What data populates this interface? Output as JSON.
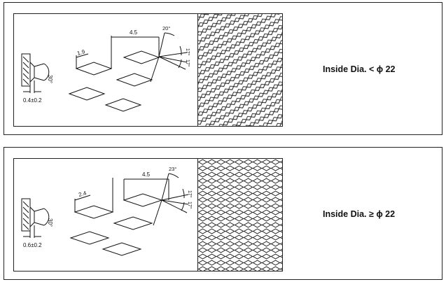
{
  "panels": [
    {
      "id": "small",
      "caption": "Inside Dia. < ϕ 22",
      "pitch": "1.9",
      "spacing": "4.5",
      "helix_angle": "20°",
      "angle_a": "17°",
      "angle_b": "17°",
      "tooth_angle": "30°",
      "depth": "0.4±0.2"
    },
    {
      "id": "large",
      "caption": "Inside Dia. ≥ ϕ 22",
      "pitch": "2.4",
      "spacing": "4.5",
      "helix_angle": "23°",
      "angle_a": "17°",
      "angle_b": "17°",
      "tooth_angle": "30°",
      "depth": "0.6±0.2"
    }
  ]
}
